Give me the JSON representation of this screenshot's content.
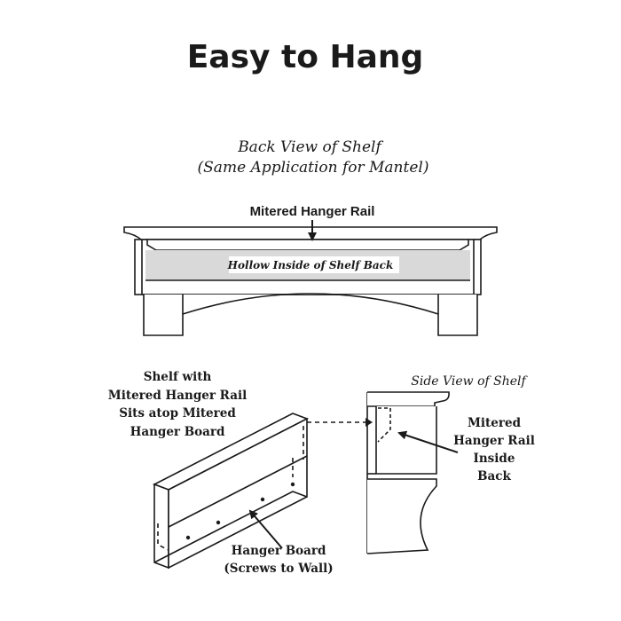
{
  "title": "Easy to Hang",
  "back_view": {
    "heading_line1": "Back View of Shelf",
    "heading_line2": "(Same Application for Mantel)",
    "rail_label": "Mitered Hanger Rail",
    "hollow_label": "Hollow Inside of Shelf Back"
  },
  "shelf_note": {
    "line1": "Shelf with",
    "line2": "Mitered Hanger Rail",
    "line3": "Sits atop Mitered",
    "line4": "Hanger Board"
  },
  "side_view": {
    "heading": "Side View of Shelf",
    "line1": "Mitered",
    "line2": "Hanger Rail",
    "line3": "Inside",
    "line4": "Back"
  },
  "hanger_board": {
    "line1": "Hanger Board",
    "line2": "(Screws to Wall)"
  },
  "colors": {
    "line": "#1a1a1a",
    "hollow_fill": "#d9d9d9",
    "background": "#ffffff"
  }
}
